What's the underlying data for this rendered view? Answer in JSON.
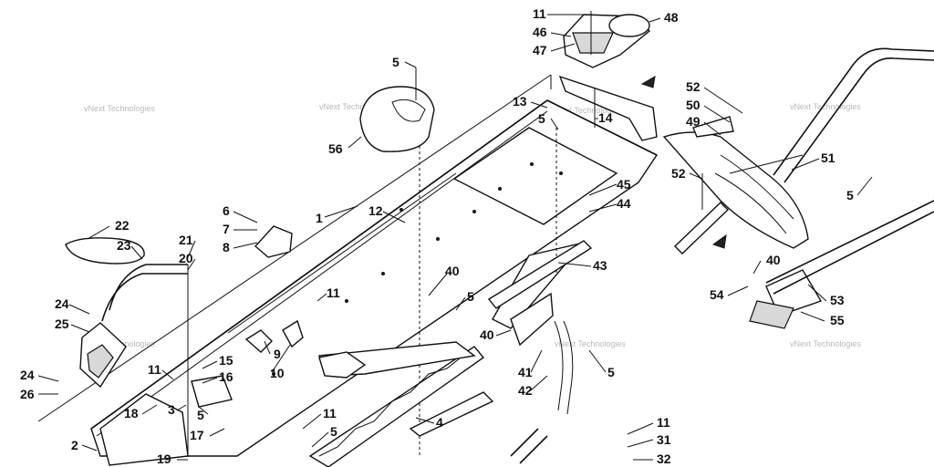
{
  "watermark": "vNext Technologies",
  "callouts": [
    {
      "id": "c11a",
      "text": "11"
    },
    {
      "id": "c48",
      "text": "48"
    },
    {
      "id": "c46",
      "text": "46"
    },
    {
      "id": "c47",
      "text": "47"
    },
    {
      "id": "c5a",
      "text": "5"
    },
    {
      "id": "c52a",
      "text": "52"
    },
    {
      "id": "c50",
      "text": "50"
    },
    {
      "id": "c49",
      "text": "49"
    },
    {
      "id": "c13",
      "text": "13"
    },
    {
      "id": "c5b",
      "text": "5"
    },
    {
      "id": "c14",
      "text": "14"
    },
    {
      "id": "c56",
      "text": "56"
    },
    {
      "id": "c51",
      "text": "51"
    },
    {
      "id": "c52b",
      "text": "52"
    },
    {
      "id": "c5c",
      "text": "5"
    },
    {
      "id": "c45",
      "text": "45"
    },
    {
      "id": "c44",
      "text": "44"
    },
    {
      "id": "c1",
      "text": "1"
    },
    {
      "id": "c12",
      "text": "12"
    },
    {
      "id": "c22",
      "text": "22"
    },
    {
      "id": "c6",
      "text": "6"
    },
    {
      "id": "c7",
      "text": "7"
    },
    {
      "id": "c8",
      "text": "8"
    },
    {
      "id": "c23",
      "text": "23"
    },
    {
      "id": "c21",
      "text": "21"
    },
    {
      "id": "c20",
      "text": "20"
    },
    {
      "id": "c43",
      "text": "43"
    },
    {
      "id": "c40a",
      "text": "40"
    },
    {
      "id": "c40b",
      "text": "40"
    },
    {
      "id": "c54",
      "text": "54"
    },
    {
      "id": "c53",
      "text": "53"
    },
    {
      "id": "c11b",
      "text": "11"
    },
    {
      "id": "c5d",
      "text": "5"
    },
    {
      "id": "c55",
      "text": "55"
    },
    {
      "id": "c24a",
      "text": "24"
    },
    {
      "id": "c25",
      "text": "25"
    },
    {
      "id": "c40c",
      "text": "40"
    },
    {
      "id": "c9",
      "text": "9"
    },
    {
      "id": "c15",
      "text": "15"
    },
    {
      "id": "c10",
      "text": "10"
    },
    {
      "id": "c41",
      "text": "41"
    },
    {
      "id": "c5e",
      "text": "5"
    },
    {
      "id": "c11c",
      "text": "11"
    },
    {
      "id": "c16",
      "text": "16"
    },
    {
      "id": "c42",
      "text": "42"
    },
    {
      "id": "c24b",
      "text": "24"
    },
    {
      "id": "c26",
      "text": "26"
    },
    {
      "id": "c3",
      "text": "3"
    },
    {
      "id": "c5f",
      "text": "5"
    },
    {
      "id": "c18",
      "text": "18"
    },
    {
      "id": "c11d",
      "text": "11"
    },
    {
      "id": "c4",
      "text": "4"
    },
    {
      "id": "c5g",
      "text": "5"
    },
    {
      "id": "c17",
      "text": "17"
    },
    {
      "id": "c11e",
      "text": "11"
    },
    {
      "id": "c2",
      "text": "2"
    },
    {
      "id": "c31",
      "text": "31"
    },
    {
      "id": "c19",
      "text": "19"
    },
    {
      "id": "c32",
      "text": "32"
    }
  ]
}
